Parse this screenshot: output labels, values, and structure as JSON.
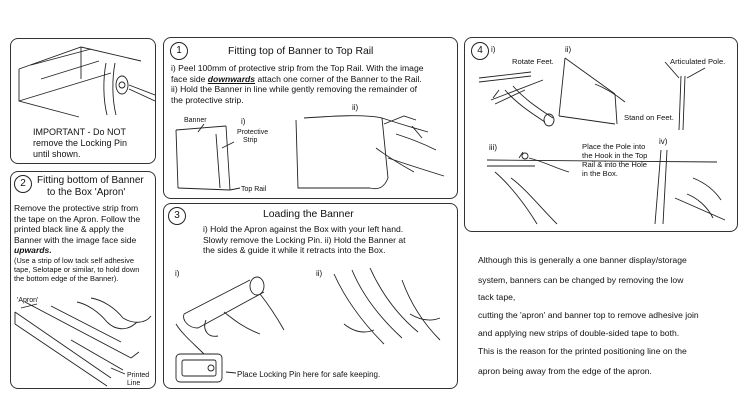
{
  "panel_top_left": {
    "important": "IMPORTANT - Do NOT",
    "important_2": "remove the Locking Pin",
    "important_3": "until shown."
  },
  "panel_1": {
    "number": "1",
    "title": "Fitting top of Banner to Top Rail",
    "line_1": "i) Peel 100mm of protective strip from the Top Rail. With the image",
    "line_2a": "face side ",
    "line_2_emph": "downwards",
    "line_2b": " attach one corner of the Banner to the Rail.",
    "line_3": "ii) Hold the Banner in line while gently removing the remainder of",
    "line_4": "the protective strip.",
    "labels": {
      "banner": "Banner",
      "step_i": "i)",
      "protective": "Protective",
      "strip": "Strip",
      "top_rail": "Top Rail",
      "step_ii": "ii)"
    }
  },
  "panel_2": {
    "number": "2",
    "title_1": "Fitting bottom of Banner",
    "title_2": "to the Box 'Apron'",
    "lines": [
      "Remove the protective strip from",
      "the tape on the Apron. Follow the",
      "printed black line & apply the",
      "Banner with the image face side"
    ],
    "emph": "upwards.",
    "small_lines": [
      "(Use a strip of low tack self adhesive",
      "tape, Selotape or similar, to hold down",
      "the bottom edge of the Banner)."
    ],
    "labels": {
      "apron": "'Apron'",
      "printed": "Printed",
      "line": "Line"
    }
  },
  "panel_3": {
    "number": "3",
    "title": "Loading the Banner",
    "line_1": "i) Hold the Apron against the Box with your left hand.",
    "line_2": "Slowly remove the Locking Pin. ii) Hold the Banner at",
    "line_3": "the sides & guide it while it retracts into the Box.",
    "labels": {
      "step_i": "i)",
      "step_ii": "ii)",
      "locking": "Place Locking Pin here for safe keeping."
    }
  },
  "panel_4": {
    "number": "4",
    "labels": {
      "step_i": "i)",
      "rotate": "Rotate Feet.",
      "step_ii": "ii)",
      "articulated": "Articulated Pole.",
      "stand": "Stand on Feet.",
      "step_iii": "iii)",
      "place_1": "Place the Pole into",
      "place_2": "the Hook in the Top",
      "place_3": "Rail & into the Hole",
      "place_4": "in the Box.",
      "step_iv": "iv)"
    }
  },
  "note": {
    "lines": [
      "Although this is generally a one banner display/storage",
      "system, banners can be changed by removing the low",
      "tack tape,",
      "cutting the 'apron' and banner top to remove adhesive join",
      "and applying new strips of double-sided tape to both.",
      "This is the reason for the printed positioning line on the",
      "apron being away from the edge of the apron."
    ]
  }
}
